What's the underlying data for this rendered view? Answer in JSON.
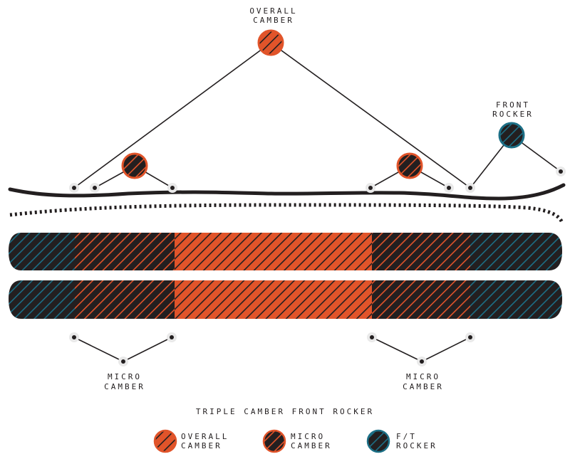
{
  "colors": {
    "overall_camber": "#e1542a",
    "micro_camber": "#3b1f1b",
    "front_rocker": "#1a4a5c",
    "ink": "#231f20"
  },
  "callouts": {
    "overall": [
      "OVERALL",
      "CAMBER"
    ],
    "front_rocker": [
      "FRONT",
      "ROCKER"
    ],
    "micro_left": [
      "MICRO",
      "CAMBER"
    ],
    "micro_right": [
      "MICRO",
      "CAMBER"
    ]
  },
  "caption": "TRIPLE CAMBER FRONT ROCKER",
  "legend": [
    {
      "line1": "OVERALL",
      "line2": "CAMBER",
      "swatch": "overall",
      "icon": "overall-camber-swatch-icon"
    },
    {
      "line1": "MICRO",
      "line2": "CAMBER",
      "swatch": "micro",
      "icon": "micro-camber-swatch-icon"
    },
    {
      "line1": "F/T",
      "line2": "ROCKER",
      "swatch": "rocker",
      "icon": "ft-rocker-swatch-icon"
    }
  ]
}
